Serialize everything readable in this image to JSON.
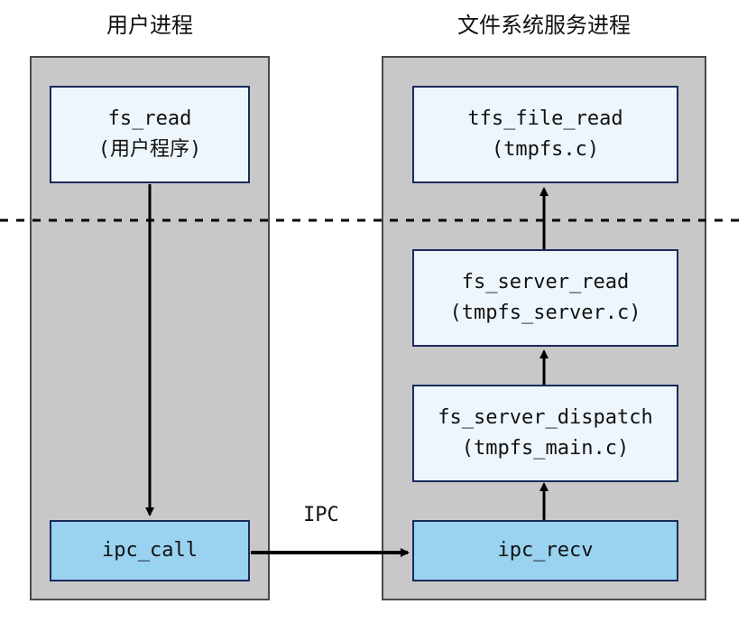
{
  "user_process": {
    "title": "用户进程",
    "fs_read": {
      "name": "fs_read",
      "file": "(用户程序)"
    },
    "ipc_call": {
      "name": "ipc_call"
    }
  },
  "fs_service_process": {
    "title": "文件系统服务进程",
    "tfs_file_read": {
      "name": "tfs_file_read",
      "file": "(tmpfs.c)"
    },
    "fs_server_read": {
      "name": "fs_server_read",
      "file": "(tmpfs_server.c)"
    },
    "fs_server_dispatch": {
      "name": "fs_server_dispatch",
      "file": "(tmpfs_main.c)"
    },
    "ipc_recv": {
      "name": "ipc_recv"
    }
  },
  "ipc_label": "IPC",
  "colors": {
    "panel_bg": "#c8c8c8",
    "box_light": "#eef6fd",
    "box_blue": "#99d3ef",
    "box_border": "#1b2a5e"
  }
}
